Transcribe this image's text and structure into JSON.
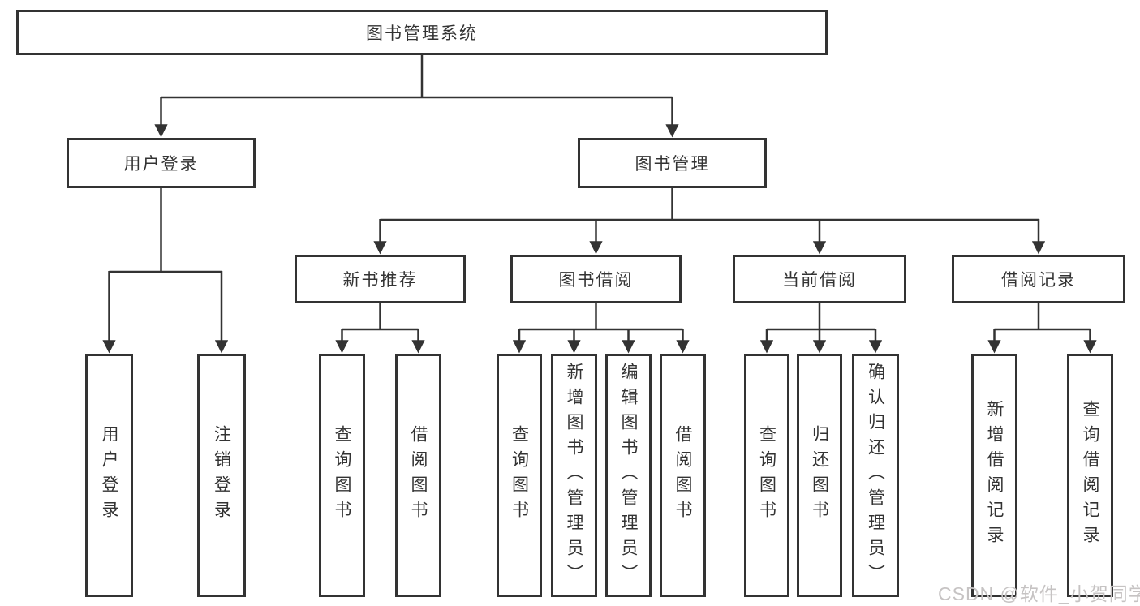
{
  "colors": {
    "line": "#333333",
    "text": "#333333",
    "background": "#ffffff",
    "watermark": "#c6c3c3"
  },
  "watermark": {
    "text": "CSDN @软件_小贺同学"
  },
  "tree": {
    "root": {
      "label": "图书管理系统",
      "children": [
        {
          "label": "用户登录",
          "children": [
            {
              "label": "用户登录"
            },
            {
              "label": "注销登录"
            }
          ]
        },
        {
          "label": "图书管理",
          "children": [
            {
              "label": "新书推荐",
              "children": [
                {
                  "label": "查询图书"
                },
                {
                  "label": "借阅图书"
                }
              ]
            },
            {
              "label": "图书借阅",
              "children": [
                {
                  "label": "查询图书"
                },
                {
                  "label": "新增图书（管理员）"
                },
                {
                  "label": "编辑图书（管理员）"
                },
                {
                  "label": "借阅图书"
                }
              ]
            },
            {
              "label": "当前借阅",
              "children": [
                {
                  "label": "查询图书"
                },
                {
                  "label": "归还图书"
                },
                {
                  "label": "确认归还（管理员）"
                }
              ]
            },
            {
              "label": "借阅记录",
              "children": [
                {
                  "label": "新增借阅记录"
                },
                {
                  "label": "查询借阅记录"
                }
              ]
            }
          ]
        }
      ]
    }
  }
}
